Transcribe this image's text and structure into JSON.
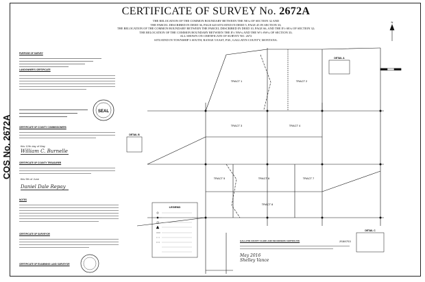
{
  "document": {
    "side_label": "COS No. 2672A",
    "title_prefix": "CERTIFICATE OF SURVEY No.",
    "title_number": "2672A",
    "subtitle_lines": [
      "THE RELOCATION OF THE COMMON BOUNDARY BETWEEN THE NE¼ OF SECTION 32 AND",
      "THE PARCEL DESCRIBED IN DEED 36, PAGE 620 SITUATED IN DEED 5, PAGE 45 IN SECTION 33;",
      "THE RELOCATION OF THE COMMON BOUNDARY BETWEEN THE PARCEL DESCRIBED IN DEED 10, PAGE 66, AND THE E½ SE¼ OF SECTION 32;",
      "THE RELOCATION OF THE COMMON BOUNDARY BETWEEN THE E½ NW¼ AND THE W½ SW¼ OF SECTION 33;",
      "ALL SHOWN ON CERTIFICATE OF SURVEY NO. 2672",
      "SITUATED IN TOWNSHIP 3 SOUTH, RANGE 5 EAST, P.M., GALLATIN COUNTY, MONTANA."
    ]
  },
  "left_panel": {
    "purpose_title": "PURPOSE OF SURVEY",
    "landowner_title": "LANDOWNER'S CERTIFICATE",
    "county_title": "CERTIFICATE OF COUNTY COMMISSIONERS",
    "surveyor_title": "CERTIFICATE OF SURVEYOR",
    "treasurer_title": "CERTIFICATE OF COUNTY TREASURER",
    "examining_title": "CERTIFICATE OF EXAMINING LAND SURVEYOR",
    "notes_title": "NOTES",
    "seal_label": "SEAL",
    "date_1": "this 12th day of May",
    "signature_1": "William C. Burnelle",
    "date_2": "this 9th of June",
    "signature_2": "Daniel Dale Repay"
  },
  "map_labels": {
    "tracts": [
      "TRACT 1",
      "TRACT 2",
      "TRACT 3",
      "TRACT 4",
      "TRACT 5",
      "TRACT 6",
      "TRACT 7",
      "TRACT 8"
    ],
    "details": [
      "DETAIL A",
      "DETAIL B",
      "DETAIL C"
    ],
    "legend_title": "LEGEND",
    "north": "N"
  },
  "bottom": {
    "recorder_title": "GALLATIN COUNTY CLERK AND RECORDERS CERTIFICATE",
    "recorder_sig": "Shelley Vance",
    "recorder_date": "May 2016",
    "doc_id": "2588753"
  }
}
